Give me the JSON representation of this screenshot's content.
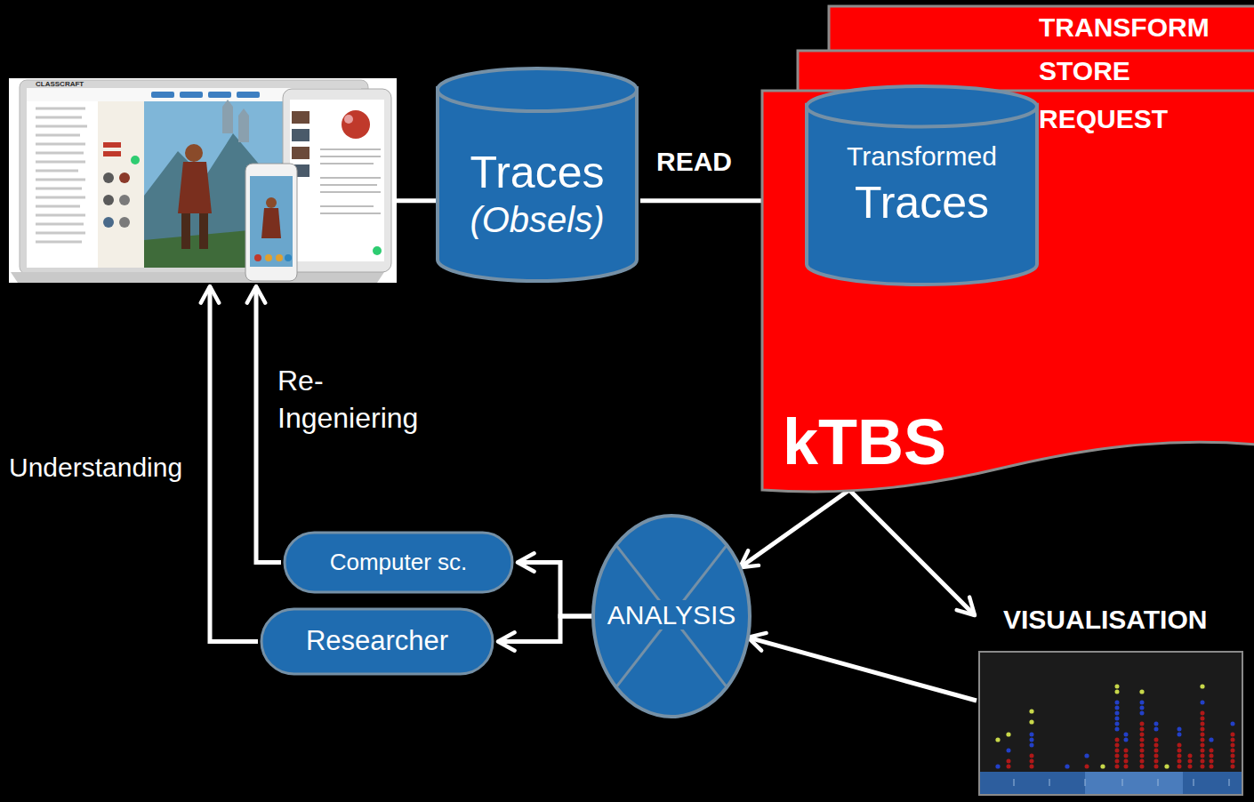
{
  "diagram": {
    "nodes": [
      {
        "text": [
          "CLASSCRAFT"
        ]
      },
      {
        "text": [
          "Traces",
          "(Obsels)"
        ]
      },
      {
        "text": [
          "TRANSFORM"
        ]
      },
      {
        "text": [
          "STORE"
        ]
      },
      {
        "text": [
          "REQUEST",
          "kTBS"
        ]
      },
      {
        "text": [
          "Transformed",
          "Traces"
        ],
        "in": 4
      },
      {
        "text": [
          "ANALYSIS"
        ]
      },
      {
        "text": [
          "Computer sc."
        ]
      },
      {
        "text": [
          "Researcher"
        ]
      },
      {
        "text": [
          "VISUALISATION"
        ]
      }
    ],
    "edges": [
      {
        "from": 0,
        "to": 1,
        "arrow": "none"
      },
      {
        "from": 1,
        "to": 5,
        "label": "READ",
        "arrow": "to"
      },
      {
        "from": 4,
        "to": 6,
        "arrow": "to"
      },
      {
        "from": 4,
        "to": 9,
        "arrow": "to"
      },
      {
        "from": 9,
        "to": 6,
        "arrow": "to"
      },
      {
        "from": 6,
        "to": 7,
        "arrow": "to"
      },
      {
        "from": 6,
        "to": 8,
        "arrow": "to"
      },
      {
        "from": 7,
        "to": 0,
        "label": "Re- Ingeniering",
        "arrow": "to"
      },
      {
        "from": 8,
        "to": 0,
        "label": "Understanding",
        "arrow": "to"
      }
    ]
  }
}
